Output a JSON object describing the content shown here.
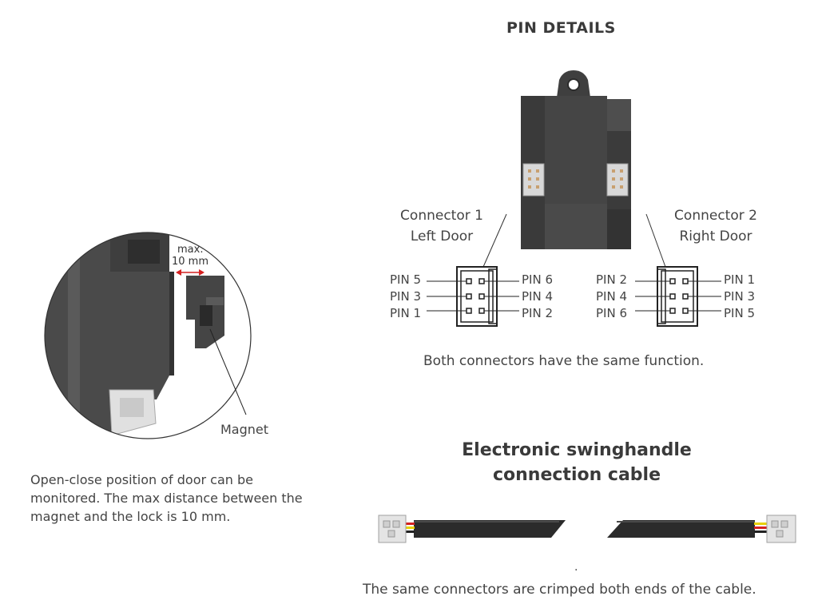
{
  "pin_details": {
    "title": "PIN DETAILS",
    "connector1": {
      "name": "Connector 1",
      "door": "Left Door",
      "left_pins": [
        "PIN 5",
        "PIN 3",
        "PIN 1"
      ],
      "right_pins": [
        "PIN 6",
        "PIN 4",
        "PIN 2"
      ]
    },
    "connector2": {
      "name": "Connector 2",
      "door": "Right Door",
      "left_pins": [
        "PIN 2",
        "PIN 4",
        "PIN 6"
      ],
      "right_pins": [
        "PIN 1",
        "PIN 3",
        "PIN 5"
      ]
    },
    "note": "Both connectors have the same function."
  },
  "magnet": {
    "distance_label_1": "max.",
    "distance_label_2": "10 mm",
    "label": "Magnet",
    "description": "Open-close position of door can be monitored. The max distance between the magnet and the lock is 10 mm."
  },
  "cable": {
    "title_line1": "Electronic swinghandle",
    "title_line2": "connection cable",
    "dot": ".",
    "note": "The same connectors are crimped both ends of the cable."
  }
}
